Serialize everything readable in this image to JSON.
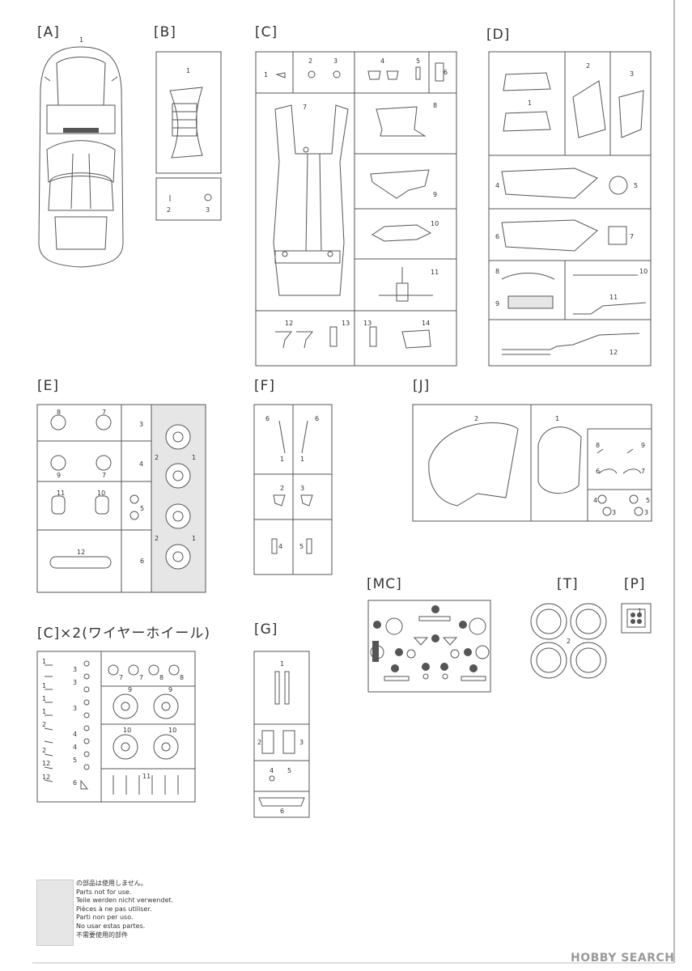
{
  "sprues": {
    "A": {
      "label": "[A]"
    },
    "B": {
      "label": "[B]"
    },
    "C": {
      "label": "[C]"
    },
    "D": {
      "label": "[D]"
    },
    "E": {
      "label": "[E]"
    },
    "F": {
      "label": "[F]"
    },
    "J": {
      "label": "[J]"
    },
    "C2": {
      "label": "[C]×2(ワイヤーホイール)"
    },
    "G": {
      "label": "[G]"
    },
    "MC": {
      "label": "[MC]"
    },
    "T": {
      "label": "[T]"
    },
    "P": {
      "label": "[P]"
    }
  },
  "legend": {
    "lines": [
      "の部品は使用しません。",
      "Parts not for use.",
      "Teile werden nicht verwendet.",
      "Pièces à ne pas utiliser.",
      "Parti non per uso.",
      "No usar estas partes.",
      "不需要使用的部件"
    ]
  },
  "watermark": {
    "text": "HOBBY SEARCH"
  },
  "colors": {
    "line": "#555555",
    "unused": "#e6e6e6",
    "dark": "#333333"
  }
}
